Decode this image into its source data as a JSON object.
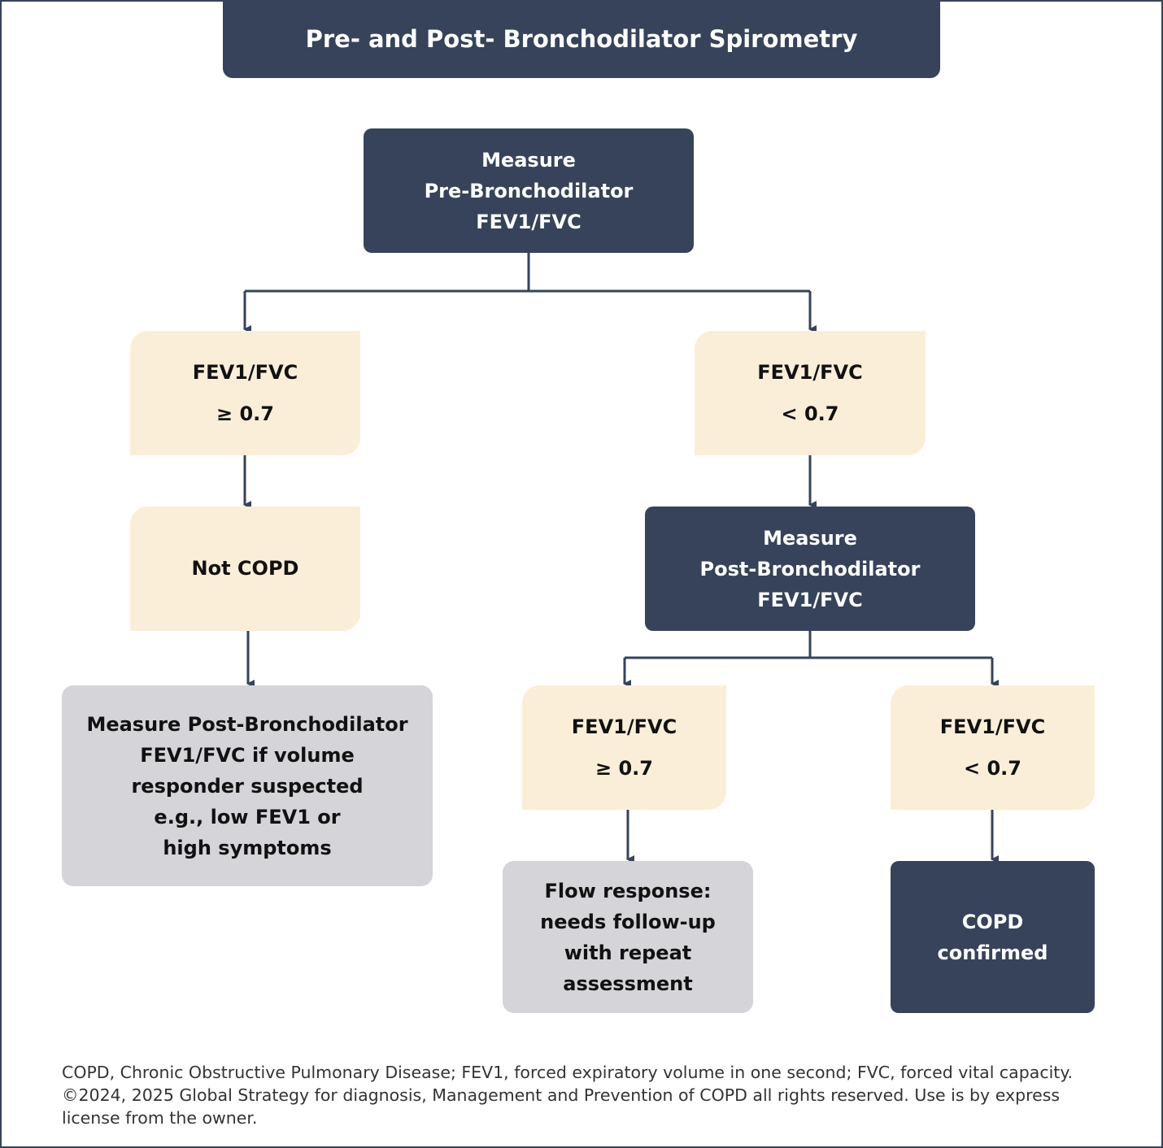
{
  "title": "Pre- and Post- Bronchodilator Spirometry",
  "nodes": {
    "pre_measure": "Measure\nPre-Bronchodilator\nFEV1/FVC",
    "pre_high": "FEV1/FVC\n≥ 0.7",
    "pre_low": "FEV1/FVC\n< 0.7",
    "not_copd": "Not COPD",
    "post_measure": "Measure\nPost-Bronchodilator\nFEV1/FVC",
    "volume_responder": "Measure Post-Bronchodilator\nFEV1/FVC if volume\nresponder suspected\ne.g., low FEV1 or\nhigh symptoms",
    "post_high": "FEV1/FVC\n≥ 0.7",
    "post_low": "FEV1/FVC\n< 0.7",
    "flow_response": "Flow response:\nneeds follow-up\nwith repeat\nassessment",
    "copd_confirmed": "COPD\nconfirmed"
  },
  "footer": {
    "line1": "COPD, Chronic Obstructive Pulmonary Disease; FEV1, forced expiratory volume in one second; FVC, forced vital capacity.",
    "line2": "©2024, 2025 Global Strategy for diagnosis, Management and Prevention of COPD all rights reserved. Use is by express",
    "line3": "license from the owner."
  },
  "colors": {
    "dark": "#36435a",
    "beige": "#fbeed8",
    "gray": "#d4d4d9"
  }
}
